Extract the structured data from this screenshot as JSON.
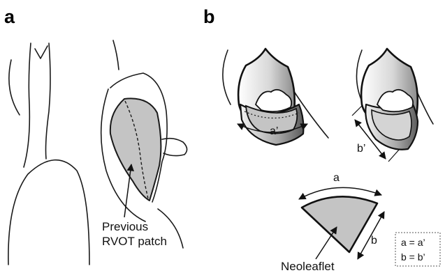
{
  "panels": {
    "a": {
      "label": "a",
      "callout_line1": "Previous",
      "callout_line2": "RVOT patch"
    },
    "b": {
      "label": "b",
      "dim_a_prime": "a’",
      "dim_b_prime": "b’",
      "dim_a": "a",
      "dim_b": "b",
      "neoleaflet_label": "Neoleaflet",
      "legend_line1": "a = a’",
      "legend_line2": "b = b’"
    }
  },
  "colors": {
    "patch_fill": "#c4c4c4",
    "line": "#1a1a1a",
    "background": "#ffffff"
  }
}
